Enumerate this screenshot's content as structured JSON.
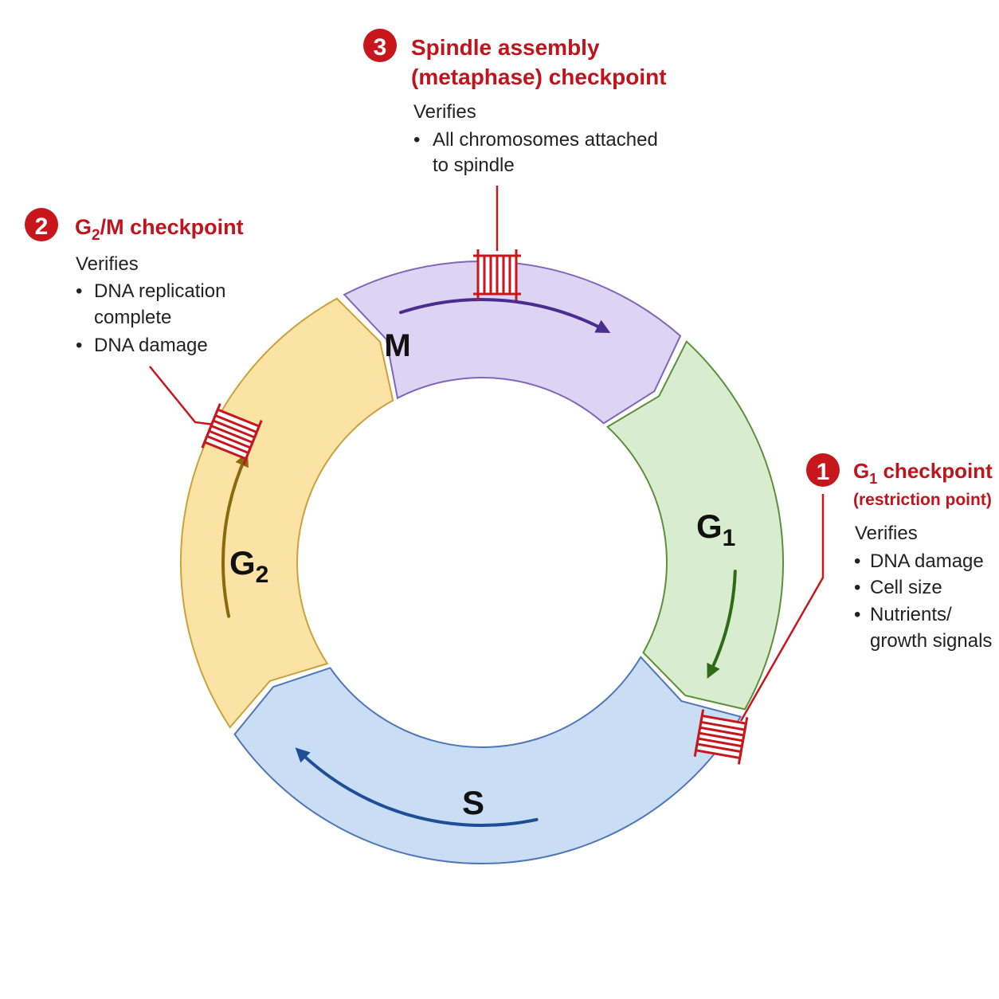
{
  "phases": {
    "m": {
      "label": "M",
      "fill": "#ddd3f3",
      "stroke": "#7e66b8",
      "arrow": "#4b2d8f"
    },
    "g1": {
      "label": "G",
      "sub": "1",
      "fill": "#d8ecd0",
      "stroke": "#5b8f3a",
      "arrow": "#2e6b16"
    },
    "s": {
      "label": "S",
      "fill": "#c9def5",
      "stroke": "#4f77b8",
      "arrow": "#1e4f96"
    },
    "g2": {
      "label": "G",
      "sub": "2",
      "fill": "#fbe3a6",
      "stroke": "#c9a23a",
      "arrow": "#8a6a0c"
    }
  },
  "checkpoints": {
    "cp1": {
      "number": "1",
      "title_main": "G",
      "title_sub": "1",
      "title_rest": " checkpoint",
      "title_line2": "(restriction point)",
      "verifies_label": "Verifies",
      "items": [
        "DNA damage",
        "Cell size",
        "Nutrients/",
        "growth signals"
      ]
    },
    "cp2": {
      "number": "2",
      "title_main": "G",
      "title_sub": "2",
      "title_rest": "/M checkpoint",
      "verifies_label": "Verifies",
      "items": [
        "DNA replication",
        "complete",
        "DNA damage"
      ]
    },
    "cp3": {
      "number": "3",
      "title_line1": "Spindle assembly",
      "title_line2": "(metaphase) checkpoint",
      "verifies_label": "Verifies",
      "items": [
        "All chromosomes attached",
        "to spindle"
      ]
    }
  },
  "colors": {
    "checkpoint_red": "#c8161d"
  }
}
